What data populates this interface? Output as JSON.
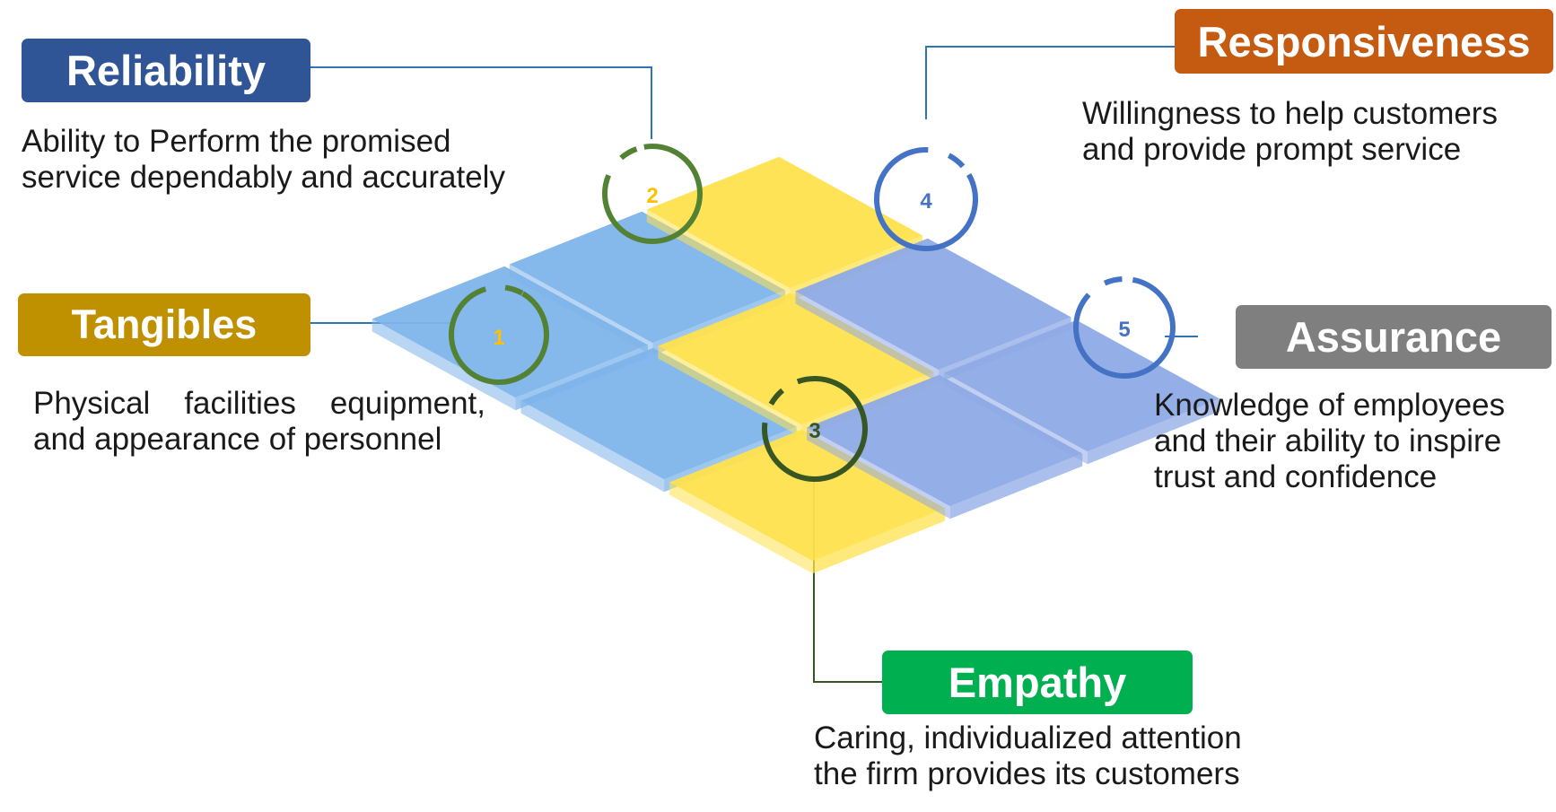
{
  "colors": {
    "tile_blue": "#7eb4ea",
    "tile_yellow": "#ffe14d",
    "tile_periwinkle": "#8eaae6",
    "reliability": "#2f5597",
    "responsiveness": "#c55a11",
    "tangibles": "#bf9000",
    "assurance": "#7f7f7f",
    "empathy": "#00b050",
    "ring_green": "#548235",
    "ring_dark_green": "#375623",
    "ring_blue": "#4472c4",
    "digit_yellow": "#ffc000",
    "connector_blue": "#2e75b6"
  },
  "dimensions": {
    "reliability": {
      "number": "2",
      "title": "Reliability",
      "description": [
        "Ability to Perform the promised",
        "service dependably and accurately"
      ]
    },
    "responsiveness": {
      "number": "4",
      "title": "Responsiveness",
      "description": [
        "Willingness to help customers",
        "and provide prompt service"
      ]
    },
    "tangibles": {
      "number": "1",
      "title": "Tangibles",
      "description": [
        "Physical facilities equipment,",
        "and appearance of personnel"
      ]
    },
    "assurance": {
      "number": "5",
      "title": "Assurance",
      "description": [
        "Knowledge of employees",
        "and their ability to inspire",
        "trust and confidence"
      ]
    },
    "empathy": {
      "number": "3",
      "title": "Empathy",
      "description": [
        "Caring, individualized attention",
        "the firm provides its customers"
      ]
    }
  }
}
